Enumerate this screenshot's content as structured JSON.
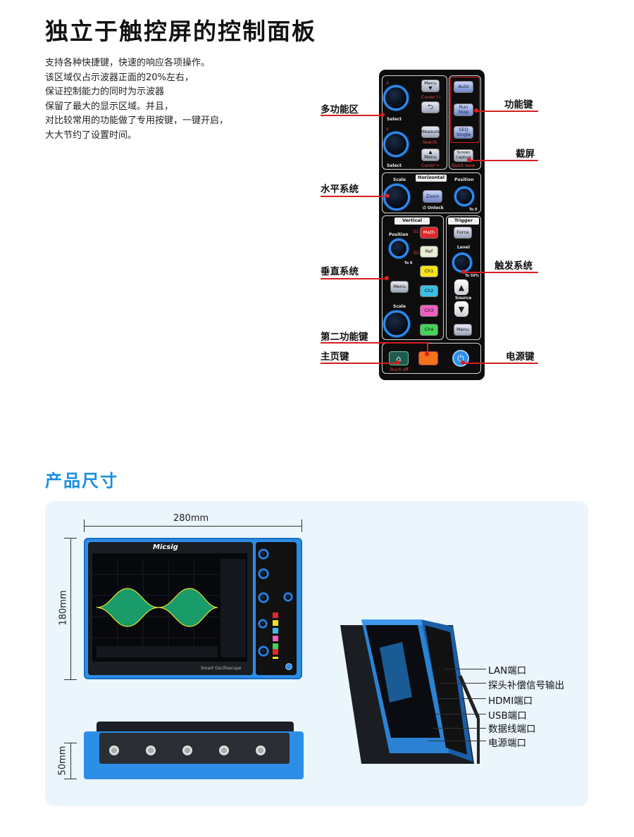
{
  "header": {
    "title": "独立于触控屏的控制面板",
    "intro_lines": [
      "支持各种快捷键，快速的响应各项操作。",
      "该区域仅占示波器正面的20%左右，",
      "保证控制能力的同时为示波器",
      "保留了最大的显示区域。并且，",
      "对比较常用的功能做了专用按键，一键开启，",
      "大大节约了设置时间。"
    ]
  },
  "callouts": {
    "multi": "多功能区",
    "func_keys": "功能键",
    "screenshot": "截屏",
    "horizontal": "水平系统",
    "vertical": "垂直系统",
    "trigger": "触发系统",
    "second_func": "第二功能键",
    "home": "主页键",
    "power": "电源键"
  },
  "panel": {
    "x_label": "X",
    "y_label": "Y",
    "select1": "Select",
    "select2": "Select",
    "menu_top": "Menu",
    "cursor1": "Cursor I I",
    "measure": "Measure",
    "search": "Search",
    "menu_mid": "Menu",
    "cursor2": "Cursor ═",
    "auto": "Auto",
    "run_stop": "Run\nStop",
    "seq_single": "SEQ\nSingle",
    "screen_capture": "Screen\nCapture",
    "quick_save": "Quick save",
    "h_scale": "Scale",
    "horizontal": "Horizontal",
    "h_position": "Position",
    "zoom": "Zoom",
    "unlock": "⏻ Unlock",
    "to0_h": "To 0",
    "vertical": "Vertical",
    "trigger": "Trigger",
    "v_position": "Position",
    "s1": "S1",
    "s2": "S2",
    "to0_v": "To 0",
    "math": "Math",
    "ref": "Ref",
    "ch1": "Ch1",
    "ch2": "Ch2",
    "ch3": "Ch3",
    "ch4": "Ch4",
    "v_menu": "Menu",
    "v_scale": "Scale",
    "force": "Force",
    "level": "Level",
    "to50": "To 50%",
    "source": "Source",
    "t_menu": "Menu",
    "touch_off": "Touch off"
  },
  "size_section": {
    "title": "产品尺寸",
    "width": "280mm",
    "height": "180mm",
    "depth": "50mm",
    "brand": "Micsig",
    "model": "Smart Oscilloscope"
  },
  "ports": [
    "LAN端口",
    "探头补偿信号输出",
    "HDMI端口",
    "USB端口",
    "数据线端口",
    "电源端口"
  ],
  "colors": {
    "accent_blue": "#1a8ee0",
    "callout_red": "#d81e1e",
    "device_blue": "#2d8ee8"
  }
}
